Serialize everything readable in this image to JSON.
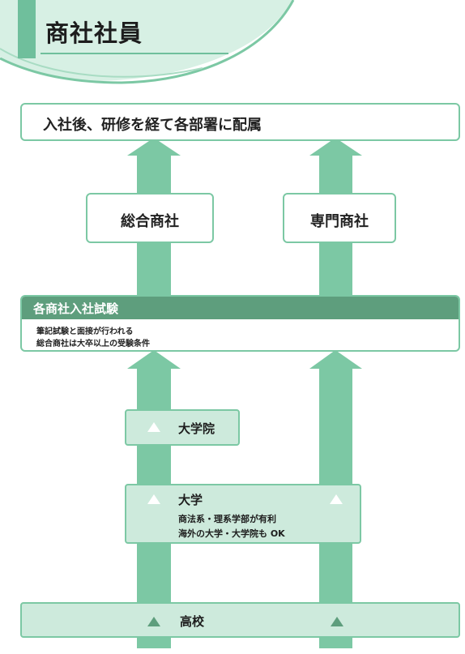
{
  "header": {
    "title": "商社社員"
  },
  "top_box": {
    "label": "入社後、研修を経て各部署に配属"
  },
  "company_types": {
    "sogo": "総合商社",
    "senmon": "専門商社"
  },
  "exam": {
    "title": "各商社入社試験",
    "line1": "筆記試験と面接が行われる",
    "line2": "総合商社は大卒以上の受験条件"
  },
  "education": {
    "graduate_school": "大学院",
    "university": "大学",
    "university_note1": "商法系・理系学部が有利",
    "university_note2": "海外の大学・大学院も OK",
    "high_school": "高校"
  },
  "colors": {
    "arrow": "#7cc8a4",
    "accent_dark": "#5e9e7d",
    "light_fill": "#cdeadc"
  }
}
